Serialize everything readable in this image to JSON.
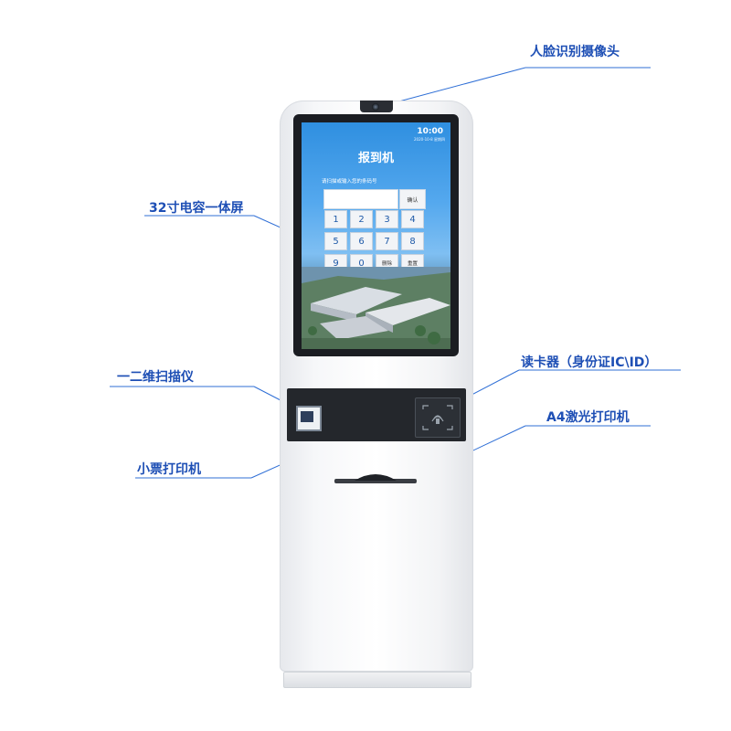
{
  "callouts": {
    "face_camera": "人脸识别摄像头",
    "screen": "32寸电容一体屏",
    "scanner": "一二维扫描仪",
    "card_reader": "读卡器（身份证IC\\ID）",
    "a4_printer": "A4激光打印机",
    "ticket_printer": "小票打印机"
  },
  "screen": {
    "time": "10:00",
    "date": "2020-10-8 星期四",
    "title": "报到机",
    "prompt": "请扫描或输入您的条码号",
    "input_value": "",
    "confirm": "确认",
    "keys": [
      "1",
      "2",
      "3",
      "4",
      "5",
      "6",
      "7",
      "8",
      "9",
      "0"
    ],
    "delete": "删除",
    "reset": "重置"
  },
  "colors": {
    "callout_text": "#1e4fb5",
    "leader_line": "#2f6fd6",
    "screen_blue": "#2f8fe0",
    "panel_black": "#24272c"
  }
}
